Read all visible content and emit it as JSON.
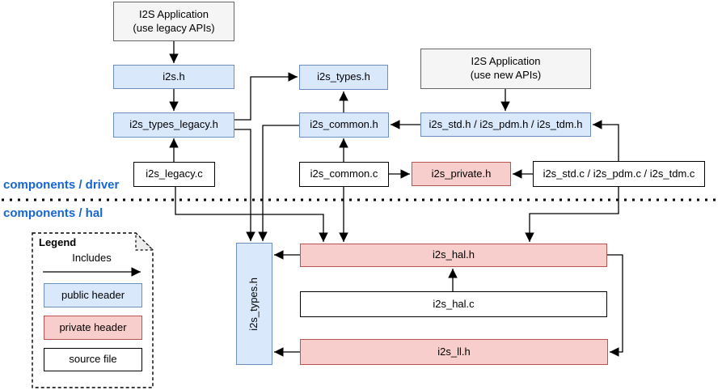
{
  "layers": {
    "driver_label": "components / driver",
    "hal_label": "components / hal"
  },
  "nodes": {
    "app_legacy": {
      "line1": "I2S Application",
      "line2": "(use legacy APIs)",
      "type": "application"
    },
    "i2s_h": {
      "label": "i2s.h",
      "type": "public header"
    },
    "i2s_types_legacy_h": {
      "label": "i2s_types_legacy.h",
      "type": "public header"
    },
    "i2s_legacy_c": {
      "label": "i2s_legacy.c",
      "type": "source file"
    },
    "i2s_types_h": {
      "label": "i2s_types.h",
      "type": "public header"
    },
    "i2s_common_h": {
      "label": "i2s_common.h",
      "type": "public header"
    },
    "i2s_common_c": {
      "label": "i2s_common.c",
      "type": "source file"
    },
    "app_new": {
      "line1": "I2S Application",
      "line2": "(use new APIs)",
      "type": "application"
    },
    "i2s_std_h": {
      "label": "i2s_std.h / i2s_pdm.h / i2s_tdm.h",
      "type": "public header"
    },
    "i2s_private_h": {
      "label": "i2s_private.h",
      "type": "private header"
    },
    "i2s_std_c": {
      "label": "i2s_std.c / i2s_pdm.c / i2s_tdm.c",
      "type": "source file"
    },
    "i2s_types_h_hal": {
      "label": "i2s_types.h",
      "type": "public header"
    },
    "i2s_hal_h": {
      "label": "i2s_hal.h",
      "type": "private header"
    },
    "i2s_hal_c": {
      "label": "i2s_hal.c",
      "type": "source file"
    },
    "i2s_ll_h": {
      "label": "i2s_ll.h",
      "type": "private header"
    }
  },
  "legend": {
    "title": "Legend",
    "includes_label": "Includes",
    "items": [
      "public header",
      "private header",
      "source file"
    ]
  },
  "colors": {
    "public_fill": "#dae8fc",
    "public_border": "#6c8ebf",
    "private_fill": "#f8cecc",
    "private_border": "#b85450",
    "source_fill": "#ffffff",
    "source_border": "#000000",
    "app_fill": "#f5f5f5",
    "app_border": "#666666",
    "layer_label": "#1666d2",
    "edge": "#000000"
  }
}
